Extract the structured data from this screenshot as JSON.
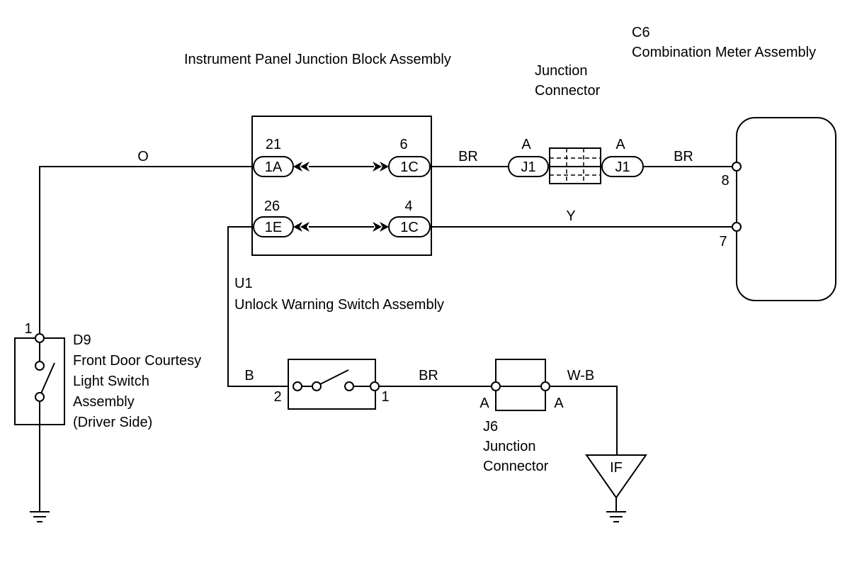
{
  "components": {
    "ipjb": {
      "title": "Instrument Panel Junction Block Assembly"
    },
    "junction_top": {
      "line1": "Junction",
      "line2": "Connector"
    },
    "c6": {
      "code": "C6",
      "name": "Combination Meter Assembly",
      "pin_8": "8",
      "pin_7": "7"
    },
    "u1": {
      "code": "U1",
      "name": "Unlock Warning Switch Assembly",
      "pin_2": "2",
      "pin_1": "1"
    },
    "d9": {
      "code": "D9",
      "line1": "Front Door Courtesy",
      "line2": "Light Switch",
      "line3": "Assembly",
      "line4": "(Driver Side)",
      "pin_1": "1"
    },
    "j6": {
      "code": "J6",
      "line1": "Junction",
      "line2": "Connector",
      "pin_left": "A",
      "pin_right": "A"
    },
    "ground_if": {
      "label": "IF"
    }
  },
  "connectors": {
    "c_1a": {
      "pin": "21",
      "label": "1A"
    },
    "c_1c_top": {
      "pin": "6",
      "label": "1C"
    },
    "c_1e": {
      "pin": "26",
      "label": "1E"
    },
    "c_1c_bottom": {
      "pin": "4",
      "label": "1C"
    },
    "j1_left": {
      "pin": "A",
      "label": "J1"
    },
    "j1_right": {
      "pin": "A",
      "label": "J1"
    }
  },
  "wires": {
    "o": "O",
    "br_top_left": "BR",
    "br_top_right": "BR",
    "y": "Y",
    "b": "B",
    "br_bottom": "BR",
    "wb": "W-B"
  }
}
